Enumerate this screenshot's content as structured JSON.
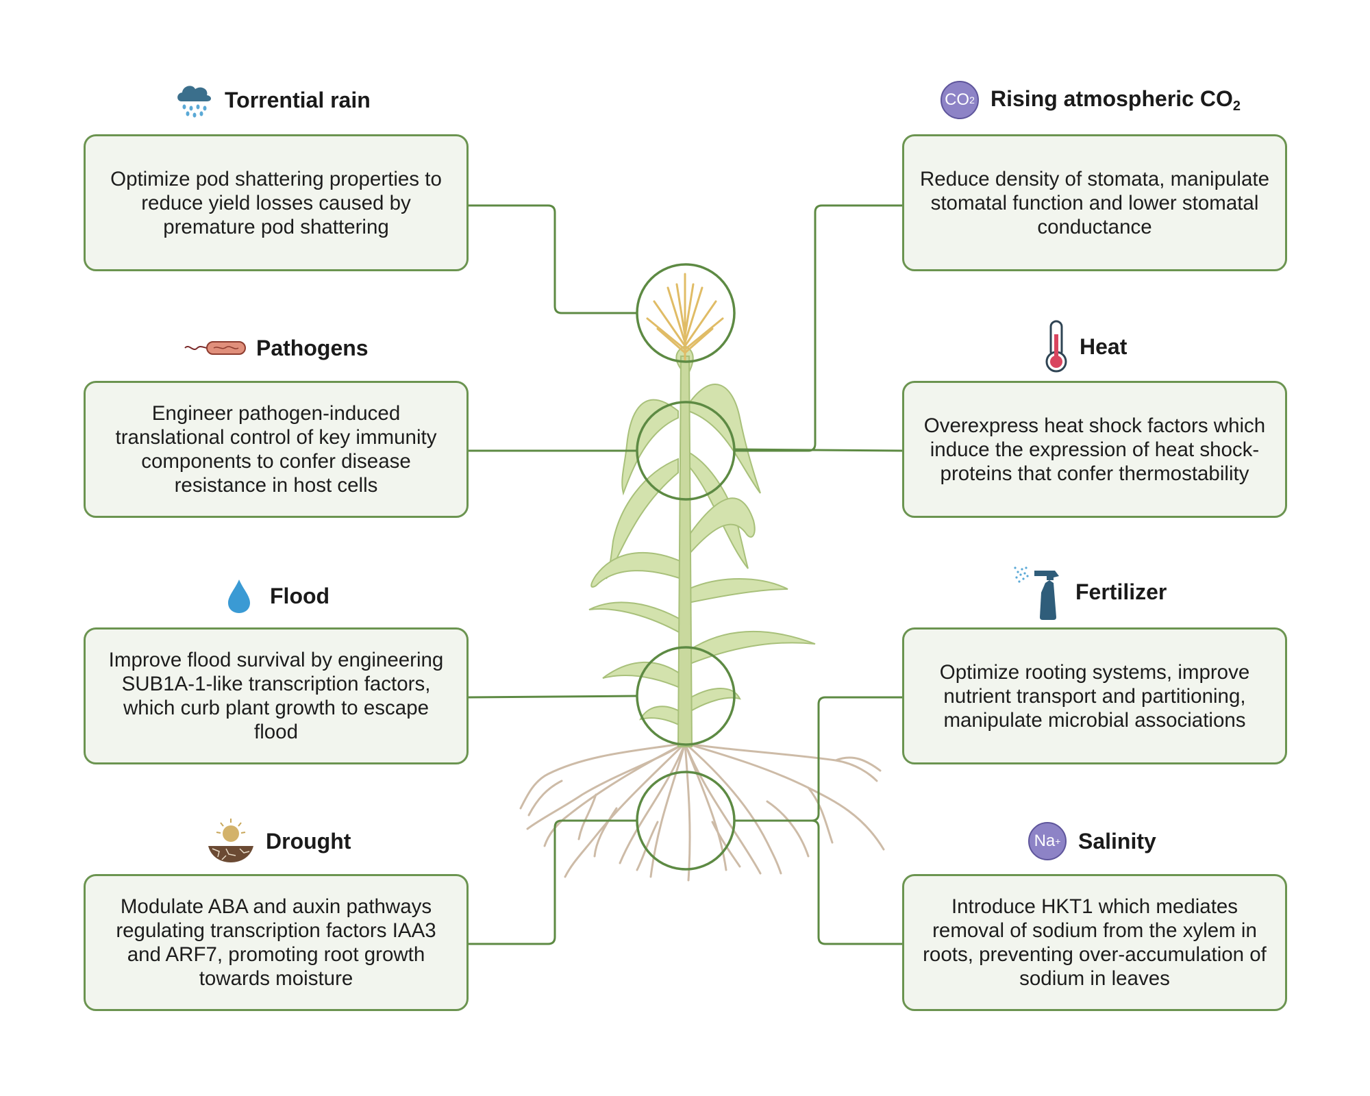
{
  "factors": [
    {
      "title": "Torrential rain",
      "icon": "rain-cloud-icon",
      "text": "Optimize pod shattering properties to reduce yield losses caused by premature pod shattering"
    },
    {
      "title": "Pathogens",
      "icon": "bacterium-icon",
      "text": "Engineer pathogen-induced translational control of key immunity components to confer disease resistance in host cells"
    },
    {
      "title": "Flood",
      "icon": "water-drop-icon",
      "text": "Improve flood survival by engineering SUB1A-1-like transcription factors, which curb plant growth to escape flood"
    },
    {
      "title": "Drought",
      "icon": "sun-cracked-soil-icon",
      "text": "Modulate ABA and auxin pathways regulating transcription factors IAA3 and ARF7, promoting root growth towards moisture"
    },
    {
      "title_main": "Rising atmospheric CO",
      "title_sub": "2",
      "icon": "co2-icon",
      "icon_label": "CO",
      "icon_sub": "2",
      "text": "Reduce density of stomata, manipulate stomatal function and lower stomatal conductance"
    },
    {
      "title": "Heat",
      "icon": "thermometer-icon",
      "text": "Overexpress heat shock factors which induce the expression of heat shock-proteins that confer thermostability"
    },
    {
      "title": "Fertilizer",
      "icon": "spray-bottle-icon",
      "text": "Optimize rooting systems, improve nutrient transport and partitioning, manipulate microbial associations"
    },
    {
      "title": "Salinity",
      "icon": "sodium-ion-icon",
      "icon_label": "Na",
      "icon_sup": "+",
      "text": "Introduce HKT1 which mediates removal of sodium from the xylem in roots, preventing over-accumulation of sodium in leaves"
    }
  ],
  "colors": {
    "box_fill": "#f2f5ee",
    "box_border": "#6b9450",
    "connector": "#5d8a43",
    "stem": "#c9d99e",
    "leaf": "#d3e2ad",
    "tassel": "#e8c97a",
    "root": "#cdbba7"
  }
}
